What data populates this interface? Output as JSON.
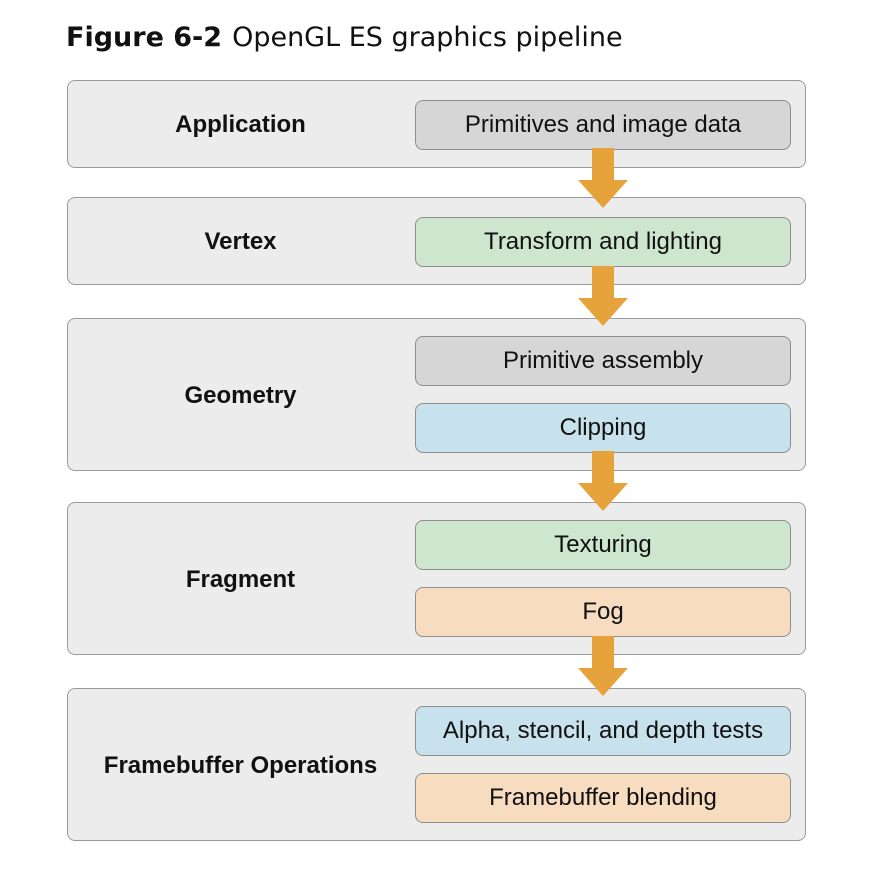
{
  "figure": {
    "number": "Figure 6-2",
    "title": "OpenGL ES graphics pipeline"
  },
  "colors": {
    "stage_bg": "#ececec",
    "stage_border": "#9a9a9a",
    "gray": "#d6d6d6",
    "green": "#cde6cd",
    "blue": "#c7e2ec",
    "orange": "#f7dcc0",
    "arrow": "#e6a33c"
  },
  "stages": [
    {
      "label": "Application",
      "steps": [
        {
          "label": "Primitives and image data",
          "color": "gray"
        }
      ]
    },
    {
      "label": "Vertex",
      "steps": [
        {
          "label": "Transform and lighting",
          "color": "green"
        }
      ]
    },
    {
      "label": "Geometry",
      "steps": [
        {
          "label": "Primitive assembly",
          "color": "gray"
        },
        {
          "label": "Clipping",
          "color": "blue"
        }
      ]
    },
    {
      "label": "Fragment",
      "steps": [
        {
          "label": "Texturing",
          "color": "green"
        },
        {
          "label": "Fog",
          "color": "orange"
        }
      ]
    },
    {
      "label": "Framebuffer Operations",
      "steps": [
        {
          "label": "Alpha, stencil, and depth tests",
          "color": "blue"
        },
        {
          "label": "Framebuffer blending",
          "color": "orange"
        }
      ]
    }
  ]
}
